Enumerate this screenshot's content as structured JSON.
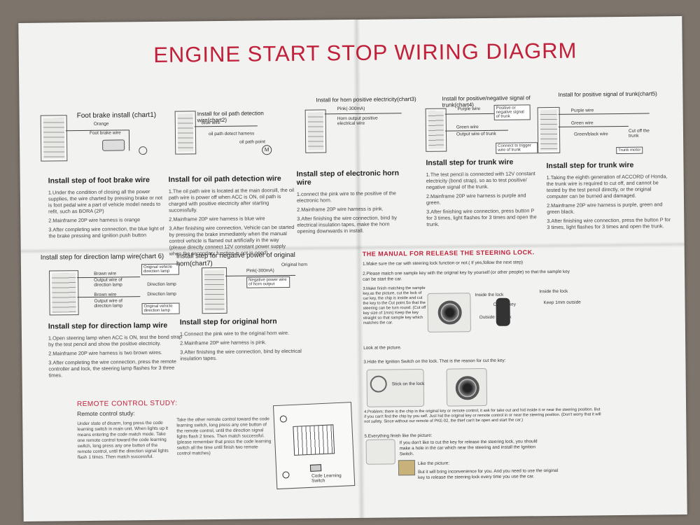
{
  "title": "ENGINE START STOP WIRING DIAGRM",
  "charts": {
    "c1": {
      "title": "Foot brake install (chart1)",
      "labels": [
        "Orange",
        "Foot brake wire"
      ]
    },
    "c2": {
      "title": "Install for oil path detection wire(chart2)",
      "labels": [
        "Blue wire",
        "oil path detect harness",
        "oil path point",
        "M"
      ]
    },
    "c3": {
      "title": "Install for horn positive electricity(chart3)",
      "labels": [
        "Pink(-300mA)",
        "Horn output positive electrical wire"
      ]
    },
    "c4": {
      "title": "Install for positive/negative signal of trunk(chart4)",
      "labels": [
        "Purple wire",
        "Positive or negative signal of trunk",
        "Green wire",
        "Output wire of trunk",
        "Connect to trigger wire of trunk"
      ]
    },
    "c5": {
      "title": "Install for positive signal of trunk(chart5)",
      "labels": [
        "Purple wire",
        "Green wire",
        "Green/black wire",
        "Cut off the trunk",
        "Trunk motor"
      ]
    },
    "c6": {
      "title": "Install step for direction lamp wire(chart 6)",
      "labels": [
        "Brown wire",
        "Output wire of direction lamp",
        "Brown wire",
        "Output wire of direction lamp",
        "Direction lamp",
        "Direction lamp",
        "Original vehicle direction lamp",
        "Original vehicle direction lamp"
      ]
    },
    "c7": {
      "title": "Install step for negative power of original horn(chart7)",
      "labels": [
        "Pink(-300mA)",
        "Original horn",
        "Negative power wire of horn output"
      ]
    }
  },
  "sections": {
    "s1": {
      "head": "Install step of foot brake wire",
      "paras": [
        "1.Under the condition of closing all the power supplies, the wire charted by pressing brake or not is foot pedal wire a part of vehicle model needs to refit, such as BORA (2P)",
        "2.Mainframe 20P wire harness is orange",
        "3.After completing wire connection, the blue light of the brake pressing and ignition push button"
      ]
    },
    "s2": {
      "head": "Install for oil path detection wire",
      "paras": [
        "1.The oil path wire is located at the main doorsill, the oil path wire is power off when ACC is ON, oil path is charged with positive electricity after starting successfully.",
        "2.Mainframe 20P wire harness is blue wire",
        "3.After finishing wire connection, Vehicle can be started by pressing the brake immediately when the manual control vehicle is flamed out artificially in the way (please directly connect 12V constant power supply when the secondary function is not in need)"
      ]
    },
    "s3": {
      "head": "Install step of electronic horn wire",
      "paras": [
        "1.connect the pink wire to the positive of the electronic horn.",
        "2.Mainframe 20P wire harness is pink.",
        "3.After finishing the wire connection, bind by electrical insulation tapes, make the horn opening downwards in install."
      ]
    },
    "s4": {
      "head": "Install step for trunk wire",
      "paras": [
        "1.The test pencil is connected with 12V constant electricity (bond strap), so as to test positive/ negative signal of the trunk.",
        "2.Mainframe 20P wire harness is purple and green.",
        "3.After finishing wire connection, press button P for 3 times, light flashes for 3 times and open the trunk."
      ]
    },
    "s5": {
      "head": "Install step for trunk wire",
      "paras": [
        "1.Taking the eighth generation of ACCORD of Honda, the trunk wire is required to cut off, and cannot be tested by the test pencil directly, or the original computer can be burned and damaged.",
        "2.Mainframe 20P wire harness is purple, green and green black.",
        "3.After finishing wire connection, press the button P for 3 times, light flashes for 3 times and open the trunk."
      ]
    },
    "s6": {
      "head": "Install step for direction lamp wire",
      "paras": [
        "1.Open steering lamp when ACC is ON, test the bond strap by the test pencil and show the positive electricity.",
        "2.Mainframe 20P wire harness is two brown wires.",
        "3.After completing the wire connection, press the remote controller and lock, the steering lamp flashes for 3 three times."
      ]
    },
    "s7": {
      "head": "Install step for original horn",
      "paras": [
        "1.Connect the pink wire to the original horn wire.",
        "2.Mainframe 20P wire harness is pink.",
        "3.After finishing the wire connection, bind by electrical insulation tapes."
      ]
    }
  },
  "remote": {
    "head": "REMOTE CONTROL STUDY:",
    "sub": "Remote control study:",
    "col1": "Under state of disarm, long press the code learning switch in main unit. When lights up it means entering the code match mode. Take one remote control toward the code learning switch, long press any one button of the remote control, until the direction signal lights flash 1 times. Then match successful.",
    "col2": "Take the other remote control toward the code learning switch, long press any one button of the remote control, until the direction signal lights flash 2 times. Then match successful. (please remember that press the code learning switch all the time until finish two remote control matches)",
    "switch_label": "Code Learning Switch"
  },
  "manual": {
    "head": "THE MANUAL FOR RELEASE THE STEERING LOCK.",
    "step1": "1.Make sure the car with steering lock function or not.( If yes,follow the next step)",
    "step2": "2.Please match one sample key with the original key by yourself (or other people) so that the sample key can be start the car.",
    "step2b": "3.Make finish matching the sample key,as the picture, cut the lock of car key, the chip is inside and cut the key to the Cut point.So that the steering can be turn round. (Cut off key size of 1mm) Keep the key straight so that sample key which matches the car.",
    "look": "Look at the picture.",
    "labels": [
      "Inside the lock",
      "Cut the key",
      "Outside the lock",
      "Inside the lock",
      "Keep 1mm outside"
    ],
    "step3": "3.Hide the Ignition Switch on the lock. That is the reason for cut the key:",
    "stick": "Stick on the lock",
    "step4": "4.Problem: there is the chip in the original key or remote control, it ask for take out and hid inside it or near the steering position. But if you can't find the chip by you self. Just hid the original key or remote control in or near the steering position. (Don't worry that it will not safety. Since without our remote of PKE-02, the thief can't be open and start the car.)",
    "step5": "5.Everything finish like the picture:",
    "step5text": "If you don't like to cut the key for release the steering lock, you should make a hole in the car which near the steering and install the Ignition Switch.",
    "like": "Like the picture:",
    "final": "But it will bring inconvenience for you. And you need to use the original key to release the steering lock every time you use the car."
  }
}
